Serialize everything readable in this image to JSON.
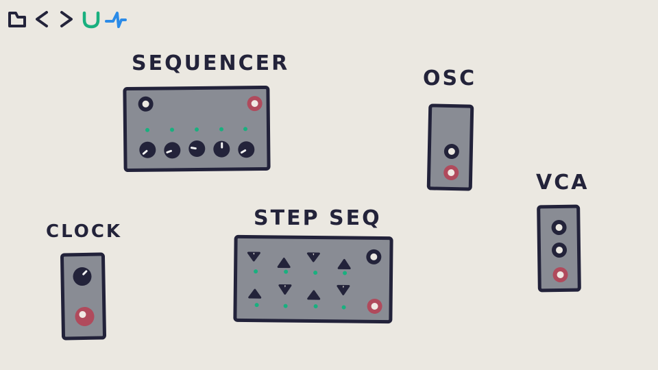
{
  "toolbar": {
    "items": [
      {
        "name": "folder-icon",
        "color": "#23233a"
      },
      {
        "name": "chevron-left-icon",
        "color": "#23233a"
      },
      {
        "name": "chevron-right-icon",
        "color": "#23233a"
      },
      {
        "name": "cup-icon",
        "color": "#19b07f"
      },
      {
        "name": "waveform-icon",
        "color": "#2b8be8"
      }
    ]
  },
  "modules": {
    "sequencer": {
      "title": "SEQUENCER",
      "knob_count": 5
    },
    "osc": {
      "title": "OSC"
    },
    "vca": {
      "title": "VCA"
    },
    "clock": {
      "title": "CLOCK"
    },
    "step_seq": {
      "title": "STEP SEQ",
      "trigger_count": 8
    }
  },
  "colors": {
    "background": "#ebe8e1",
    "panel": "#898c94",
    "outline": "#22223a",
    "led": "#19b07f",
    "output_jack": "#b04a5c"
  }
}
